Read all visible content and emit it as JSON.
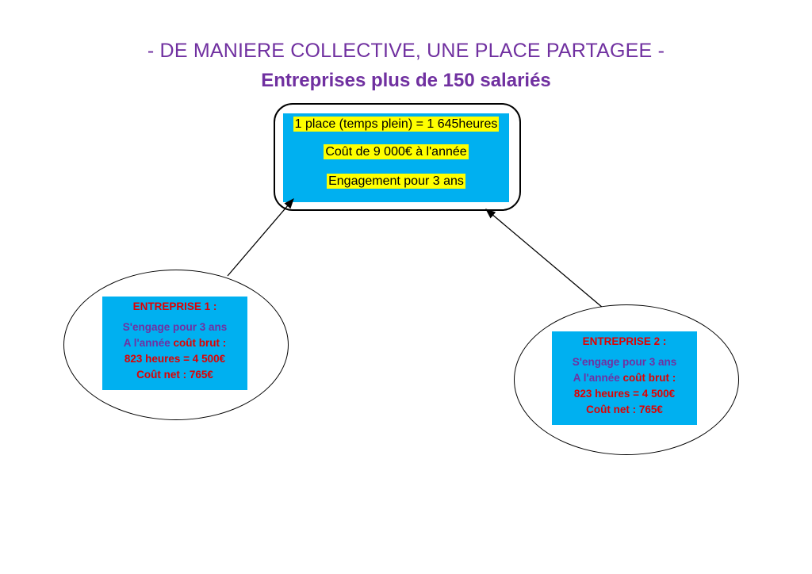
{
  "header": {
    "title": "- DE MANIERE COLLECTIVE, UNE PLACE PARTAGEE -",
    "subtitle": "Entreprises plus de 150 salariés"
  },
  "center_box": {
    "line1": "1 place (temps plein) = 1 645heures",
    "line2": "Coût de 9 000€ à l'année",
    "line3": "Engagement pour 3 ans"
  },
  "entreprise_1": {
    "title": "ENTREPRISE 1 :",
    "engagement": "S'engage pour 3 ans",
    "annee_prefix": "A l'année",
    "cout_brut_label": "coût brut :",
    "heures": "823 heures = 4 500€",
    "cout_net": "Coût net : 765€"
  },
  "entreprise_2": {
    "title": "ENTREPRISE 2 :",
    "engagement": "S'engage pour 3 ans",
    "annee_prefix": "A l'année",
    "cout_brut_label": "coût brut :",
    "heures": "823 heures = 4 500€",
    "cout_net": "Coût net : 765€"
  },
  "colors": {
    "title": "#7030a0",
    "box_fill": "#00b0f0",
    "highlight": "#ffff00",
    "emphasis": "#e00000"
  }
}
